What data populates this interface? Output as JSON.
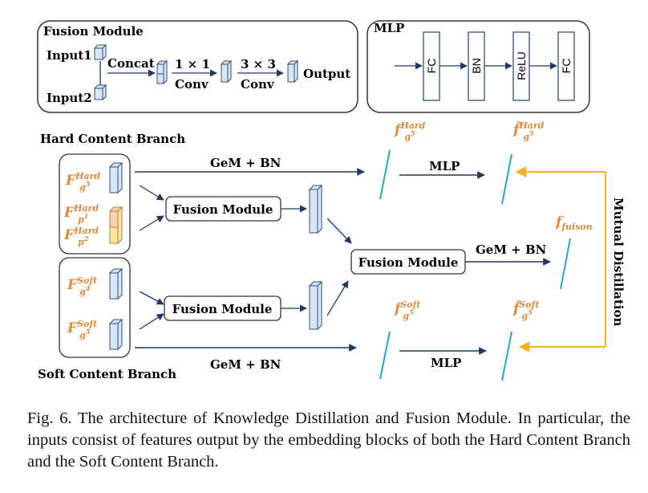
{
  "fusion_module_box": {
    "title": "Fusion Module",
    "input1": "Input1",
    "input2": "Input2",
    "concat": "Concat",
    "conv1_top": "1 × 1",
    "conv1_bottom": "Conv",
    "conv3_top": "3 × 3",
    "conv3_bottom": "Conv",
    "output": "Output"
  },
  "mlp_box": {
    "title": "MLP",
    "layers": [
      "FC",
      "BN",
      "ReLU",
      "FC"
    ]
  },
  "branches": {
    "hard": "Hard Content Branch",
    "soft": "Soft Content Branch"
  },
  "features": {
    "hard_g": {
      "base": "F",
      "sub": "g",
      "subsup": "5",
      "sup": "Hard"
    },
    "hard_p1": {
      "base": "F",
      "sub": "p",
      "subsup": "1",
      "sup": "Hard"
    },
    "hard_p2": {
      "base": "F",
      "sub": "p",
      "subsup": "2",
      "sup": "Hard"
    },
    "soft_g4": {
      "base": "F",
      "sub": "g",
      "subsup": "4",
      "sup": "Soft"
    },
    "soft_g5": {
      "base": "F",
      "sub": "g",
      "subsup": "5",
      "sup": "Soft"
    },
    "f_hard": {
      "base": "f",
      "sub": "g",
      "subsup": "5",
      "sup": "Hard"
    },
    "f_hat_hard": {
      "base": "f̂",
      "sub": "g",
      "subsup": "5",
      "sup": "Hard"
    },
    "f_soft": {
      "base": "f",
      "sub": "g",
      "subsup": "5",
      "sup": "Soft"
    },
    "f_hat_soft": {
      "base": "f̂",
      "sub": "g",
      "subsup": "5",
      "sup": "Soft"
    },
    "f_fusion": {
      "base": "f",
      "sub": "fuison"
    }
  },
  "labels": {
    "gem_bn": "GeM + BN",
    "mlp": "MLP",
    "fusion_module": "Fusion Module",
    "mutual_distillation": "Mutual Distillation"
  },
  "colors": {
    "feature_text": "#e08a3a",
    "vector_line": "#2aa4c9",
    "distill_arrow": "#f5b324",
    "arrow": "#1f3864",
    "cube_fill": "#d9e6f6",
    "cube_stroke": "#2f4f7f",
    "part_cube_top": "#f9d5b5",
    "part_cube_bottom": "#fbe7a1"
  },
  "caption": "Fig. 6.  The architecture of Knowledge Distillation and Fusion Module. In particular, the inputs consist of features output by the embedding blocks of both the Hard Content Branch and the Soft Content Branch."
}
